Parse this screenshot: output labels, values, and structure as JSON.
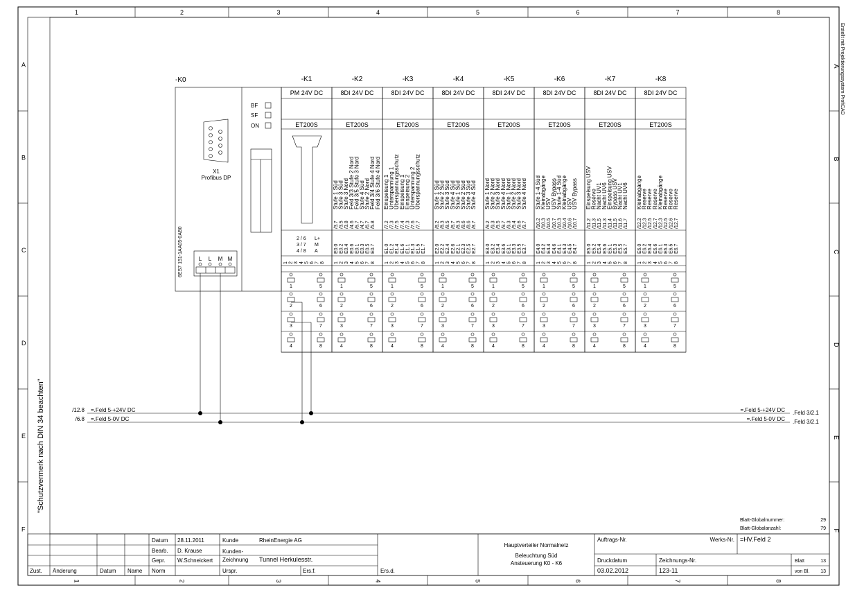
{
  "frame": {
    "col_numbers": [
      "1",
      "2",
      "3",
      "4",
      "5",
      "6",
      "7",
      "8"
    ],
    "row_letters": [
      "A",
      "B",
      "C",
      "D",
      "E",
      "F"
    ],
    "right_edge_note": "Erstellt mit Projektierungssystem ProfiCAD",
    "copyright_note": "\"Schutzvermerk nach DIN 34 beachten\""
  },
  "head": {
    "id": "-K0",
    "leds": [
      "BF",
      "SF",
      "ON"
    ],
    "connector_id": "X1",
    "connector_name": "Profibus DP",
    "order_number": "6ES7 151-1AA05-0AB0",
    "terminal_labels": [
      "L",
      "L",
      "M",
      "M"
    ]
  },
  "power_module": {
    "id": "-K1",
    "type": "PM 24V DC",
    "family": "ET200S",
    "io_rows": [
      {
        "left": "2 / 6",
        "right": "L+"
      },
      {
        "left": "3 / 7",
        "right": "M"
      },
      {
        "left": "4 / 8",
        "right": "A"
      }
    ]
  },
  "modules": [
    {
      "id": "-K2",
      "type": "8DI 24V DC",
      "family": "ET200S",
      "texts": [
        "Stufe 1 Süd",
        "Stufe 3 Süd",
        "Stufe 3 Nord",
        "Feld 3/3 Stufe 2 Nord",
        "Feld 3/5 Stufe 3 Nord",
        "Stufe 4 Süd",
        "Stufe 2 Nord",
        "Feld 3/4 Stufe 4 Nord",
        "Feld 3/6 Stufe 4 Nord"
      ],
      "refs": [
        "/3.7",
        "/3.5",
        "/3.8",
        "/4.6",
        "/6.7",
        "/4.7",
        "/6.7",
        "/5.8"
      ],
      "addr": [
        "E0.0",
        "E0.2",
        "E0.4",
        "E0.6",
        "E0.1",
        "E0.3",
        "E0.5",
        "E0.7"
      ]
    },
    {
      "id": "-K3",
      "type": "8DI 24V DC",
      "family": "ET200S",
      "texts": [
        "Einspeisung 1",
        "Unterspannung 1",
        "Überspannungsschutz",
        "Einspeisung 1",
        "Einspeisung 2",
        "Unterspannung 2",
        "Überspannungsschutz"
      ],
      "refs": [
        "/7.2",
        "/7.3",
        "/7.5",
        "/7.4",
        "/7.3",
        "/7.6",
        "/7.7"
      ],
      "addr": [
        "E1.0",
        "E1.2",
        "E1.4",
        "E1.6",
        "E1.1",
        "E1.3",
        "E1.5",
        "E1.7"
      ]
    },
    {
      "id": "-K4",
      "type": "8DI 24V DC",
      "family": "ET200S",
      "texts": [
        "Stufe 1 Süd",
        "Stufe 2 Süd",
        "Stufe 3 Süd",
        "Stufe 4 Süd",
        "Stufe 1 Süd",
        "Stufe 2 Süd",
        "Stufe 3 Süd",
        "Stufe 4 Süd"
      ],
      "refs": [
        "/8.2",
        "/8.3",
        "/8.5",
        "/8.7",
        "/8.3",
        "/8.6",
        "/8.6",
        "/8.7"
      ],
      "addr": [
        "E2.0",
        "E2.2",
        "E2.4",
        "E2.6",
        "E2.1",
        "E2.3",
        "E2.5",
        "E2.7"
      ]
    },
    {
      "id": "-K5",
      "type": "8DI 24V DC",
      "family": "ET200S",
      "texts": [
        "Stufe 1 Nord",
        "Stufe 2 Nord",
        "Stufe 3 Nord",
        "Stufe 4 Nord",
        "Stufe 1 Nord",
        "Stufe 2 Nord",
        "Stufe 3 Nord",
        "Stufe 4 Nord"
      ],
      "refs": [
        "/9.2",
        "/9.3",
        "/9.5",
        "/9.7",
        "/9.3",
        "/9.4",
        "/9.6",
        "/9.7"
      ],
      "addr": [
        "E3.0",
        "E3.2",
        "E3.4",
        "E3.6",
        "E3.1",
        "E3.3",
        "E3.5",
        "E3.7"
      ]
    },
    {
      "id": "-K6",
      "type": "8DI 24V DC",
      "family": "ET200S",
      "texts": [
        "Stufe 1-4 Süd",
        "Kleinabgänge",
        "USV",
        "USV Bypass",
        "Stufe 1-4 Süd",
        "Kleinabgänge",
        "USV",
        "USV Bypass"
      ],
      "refs": [
        "/10.2",
        "/10.3",
        "/10.5",
        "/10.7",
        "/10.3",
        "/10.4",
        "/10.6",
        "/10.7"
      ],
      "addr": [
        "E4.0",
        "E4.2",
        "E4.4",
        "E4.6",
        "E4.1",
        "E4.3",
        "E4.5",
        "E4.7"
      ]
    },
    {
      "id": "-K7",
      "type": "8DI 24V DC",
      "family": "ET200S",
      "texts": [
        "Einspeisung USV",
        "Reserve",
        "Nacht UV1",
        "Nacht UV6",
        "Einspeisung USV",
        "Bypass USV",
        "Nacht UV1",
        "Nacht UV6"
      ],
      "refs": [
        "/11.2",
        "/11.3",
        "/11.5",
        "/11.3",
        "/11.4",
        "/11.5",
        "/11.6",
        "/11.7"
      ],
      "addr": [
        "E5.0",
        "E5.2",
        "E5.4",
        "E5.6",
        "E5.1",
        "E5.3",
        "E5.5",
        "E5.7"
      ]
    },
    {
      "id": "-K8",
      "type": "8DI 24V DC",
      "family": "ET200S",
      "texts": [
        "Kleinabgänge",
        "Reserve",
        "Reserve",
        "Reserve",
        "Kleinabgänge",
        "Reserve",
        "Reserve",
        "Reserve"
      ],
      "refs": [
        "/12.2",
        "/12.3",
        "/12.5",
        "/12.7",
        "/12.3",
        "/12.5",
        "/12.6",
        "/12.7"
      ],
      "addr": [
        "E6.0",
        "E6.2",
        "E6.4",
        "E6.6",
        "E6.1",
        "E6.3",
        "E6.5",
        "E6.7"
      ]
    }
  ],
  "terminal_numbers": [
    "1",
    "5",
    "2",
    "6",
    "3",
    "7",
    "4",
    "8"
  ],
  "terminal_index_digits": [
    "1",
    "2",
    "3",
    "4",
    "5",
    "6",
    "7",
    "8"
  ],
  "busbars": [
    {
      "ref": "/12.8",
      "name": "=.Feld 5-+24V DC",
      "name_right": "=.Feld 5-+24V DC",
      "target": ".Feld 3/2.1"
    },
    {
      "ref": "/6.8",
      "name": "=.Feld 5-0V DC",
      "name_right": "=.Feld 5-0V DC",
      "target": ".Feld 3/2.1"
    }
  ],
  "global": {
    "num_label": "Blatt-Globalnummer:",
    "num_value": "29",
    "count_label": "Blatt-Globalanzahl:",
    "count_value": "79"
  },
  "titleblock": {
    "datum_label": "Datum",
    "datum": "28.11.2011",
    "bearb_label": "Bearb.",
    "bearb": "D. Krause",
    "gepr_label": "Gepr.",
    "gepr": "W.Schneickert",
    "norm_label": "Norm",
    "zust": "Zust.",
    "aenderung": "Änderung",
    "datum2": "Datum",
    "name": "Name",
    "kunde_label": "Kunde",
    "kunde": "RheinEnergie AG",
    "kundenz_label1": "Kunden-",
    "kundenz_label2": "Zeichnung",
    "kundenz": "Tunnel Herkulesstr.",
    "urspr": "Urspr.",
    "ersf": "Ers.f.",
    "ersd": "Ers.d.",
    "title1": "Hauptverteiler Normalnetz",
    "title2": "Beleuchtung Süd",
    "title3": "Ansteuerung K0 - K6",
    "auftrag_label": "Auftrags-Nr.",
    "werks_label": "Werks-Nr.",
    "werks": "=HV.Feld 2",
    "druck_label": "Druckdatum",
    "druck": "03.02.2012",
    "zeich_label": "Zeichnungs-Nr.",
    "zeich": "123-11",
    "blatt_label": "Blatt",
    "blatt": "13",
    "vonbl_label": "von Bl.",
    "vonbl": "13"
  }
}
